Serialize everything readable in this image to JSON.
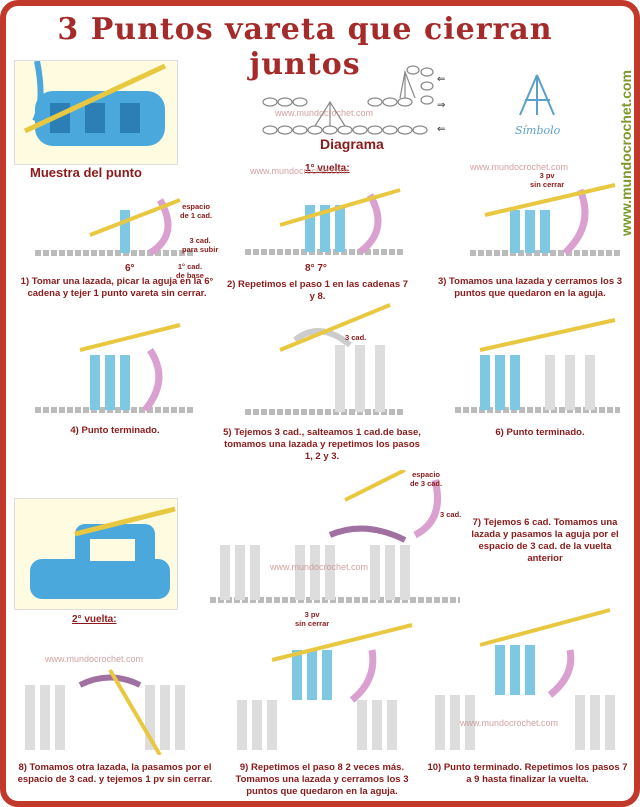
{
  "header": {
    "title": "3 Puntos vareta que cierran juntos"
  },
  "side_text": "www.mundocrochet.com",
  "watermark": "www.mundocrochet.com",
  "labels": {
    "diagram": "Diagrama",
    "sample": "Muestra del punto",
    "symbol": "Símbolo",
    "round1": "1° vuelta:",
    "round2": "2° vuelta:"
  },
  "notes": {
    "n_space1": "espacio\nde 1 cad.",
    "n_3cad_subir": "3 cad.\npara subir",
    "n_1cad_base": "1° cad.\nde base",
    "n_6": "6°",
    "n_87": "8°  7°",
    "n_3pv_a": "3 pv\nsin cerrar",
    "n_3cad_a": "3 cad.",
    "n_space3": "espacio\nde 3 cad.",
    "n_3cad_b": "3 cad.",
    "n_3pv_b": "3 pv\nsin cerrar"
  },
  "steps": [
    "1) Tomar una lazada, picar la aguja en la 6° cadena y tejer 1 punto vareta sin cerrar.",
    "2) Repetimos el paso 1 en las cadenas 7 y 8.",
    "3) Tomamos una lazada y cerramos los 3 puntos que quedaron en la aguja.",
    "4) Punto terminado.",
    "5) Tejemos 3 cad., salteamos 1 cad.de base,  tomamos una lazada y repetimos los pasos 1, 2 y 3.",
    "6) Punto terminado.",
    "7) Tejemos 6 cad. Tomamos una lazada y pasamos la aguja por el espacio de 3 cad. de la vuelta anterior",
    "8) Tomamos otra lazada, la pasamos por el espacio de 3 cad. y tejemos 1 pv sin cerrar.",
    "9) Repetimos el paso 8 2 veces más. Tomamos una lazada y cerramos los 3 puntos que quedaron en la aguja.",
    "10) Punto terminado. Repetimos los pasos 7 a 9 hasta finalizar la vuelta."
  ],
  "colors": {
    "accent": "#a52a2a",
    "yarn_blue": "#7ec8e3",
    "yarn_pink": "#d9a0d0",
    "hook": "#e8c840",
    "chain": "#bbbbbb"
  }
}
